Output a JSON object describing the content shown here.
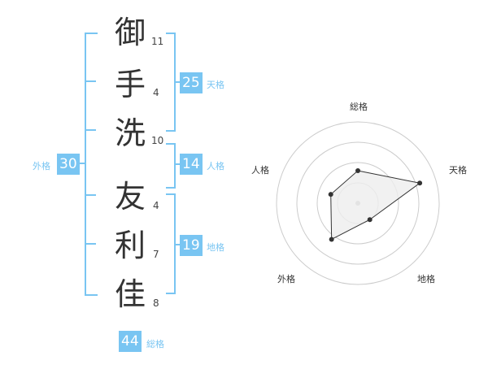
{
  "name": {
    "characters": [
      {
        "char": "御",
        "strokes": "11"
      },
      {
        "char": "手",
        "strokes": "4"
      },
      {
        "char": "洗",
        "strokes": "10"
      },
      {
        "char": "友",
        "strokes": "4"
      },
      {
        "char": "利",
        "strokes": "7"
      },
      {
        "char": "佳",
        "strokes": "8"
      }
    ]
  },
  "kaku": {
    "tenkaku": {
      "value": "25",
      "label": "天格"
    },
    "jinkaku": {
      "value": "14",
      "label": "人格"
    },
    "chikaku": {
      "value": "19",
      "label": "地格"
    },
    "gaikaku": {
      "value": "30",
      "label": "外格"
    },
    "soukaku": {
      "value": "44",
      "label": "総格"
    }
  },
  "colors": {
    "accent": "#79c5f2",
    "ring": "#cccccc",
    "polygon_fill": "#eeeeee",
    "point": "#333333"
  },
  "chart_data": {
    "type": "radar",
    "axes": [
      "総格",
      "天格",
      "地格",
      "外格",
      "人格"
    ],
    "values": [
      0.4,
      0.8,
      0.25,
      0.55,
      0.35
    ],
    "rings": 4
  }
}
